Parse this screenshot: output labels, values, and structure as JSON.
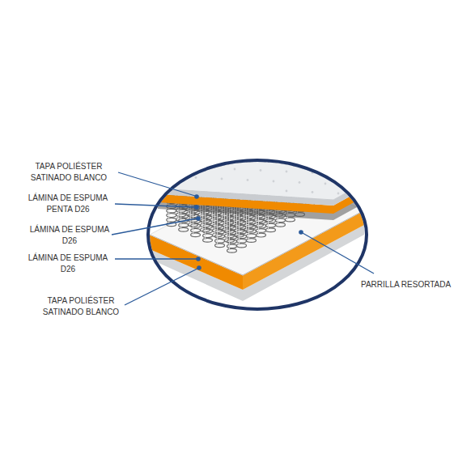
{
  "diagram": {
    "labels": [
      "TAPA POLIÉSTER SATINADO BLANCO",
      "LÁMINA DE ESPUMA PENTA D26",
      "LÁMINA DE ESPUMA D26",
      "LÁMINA DE ESPUMA D26",
      "TAPA POLIÉSTER SATINADO BLANCO",
      "PARRILLA RESORTADA"
    ]
  }
}
